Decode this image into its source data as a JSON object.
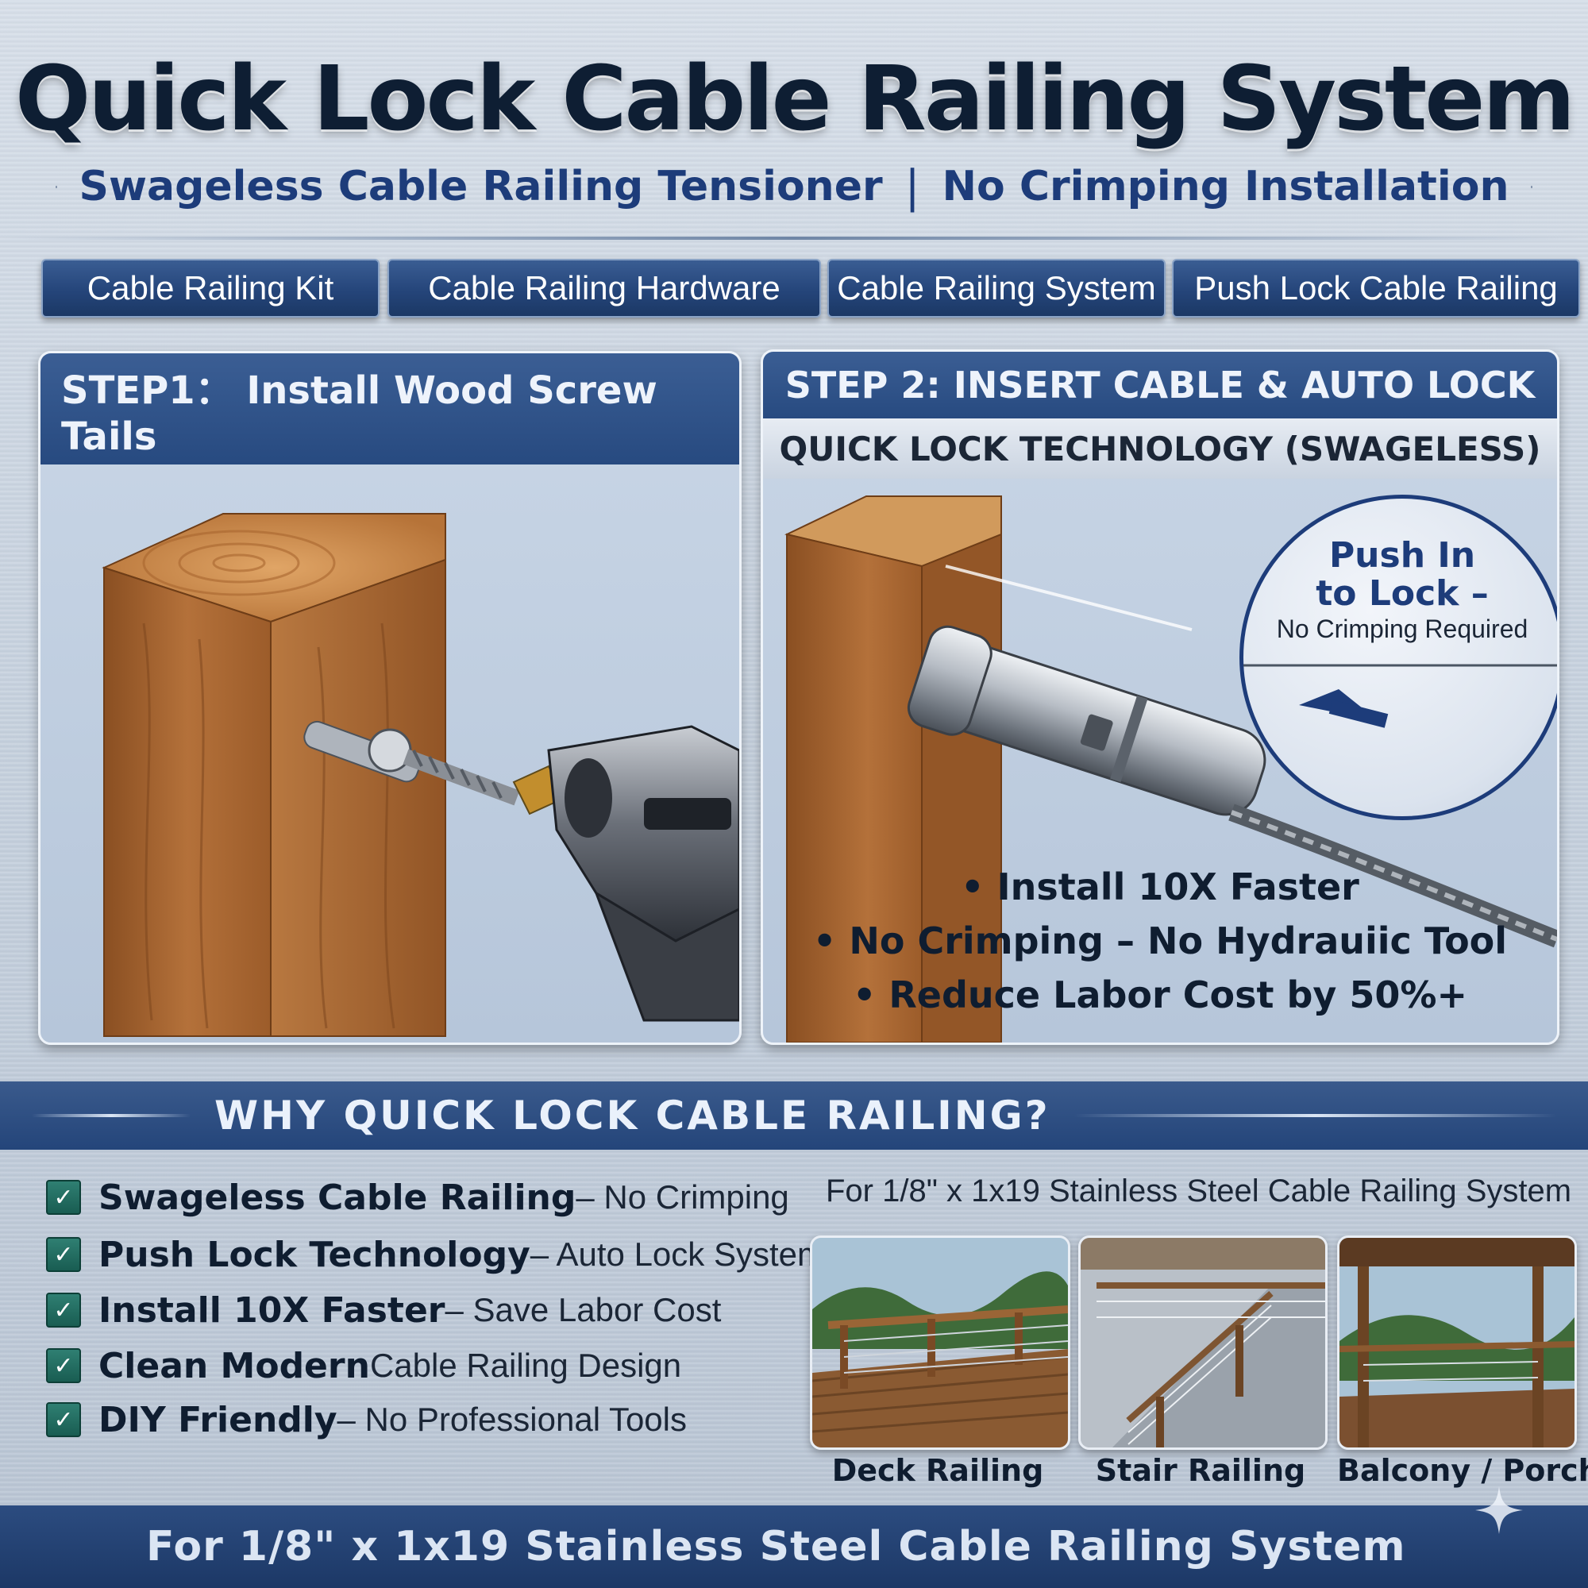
{
  "header": {
    "title": "Quick Lock Cable Railing System",
    "subtitle_left": "Swageless Cable Railing Tensioner",
    "subtitle_separator": "|",
    "subtitle_right": "No Crimping Installation"
  },
  "tags": [
    "Cable Railing Kit",
    "Cable Railing Hardware",
    "Cable Railing System",
    "Push Lock Cable Railing"
  ],
  "step1": {
    "heading": "STEP1： Install Wood Screw Tails"
  },
  "step2": {
    "heading": "STEP 2: INSERT CABLE & AUTO LOCK",
    "subheading": "QUICK LOCK TECHNOLOGY (SWAGELESS)",
    "callout_line1": "Push In",
    "callout_line2": "to Lock –",
    "callout_note": "No Crimping Required",
    "bullets": [
      "• Install 10X Faster",
      "• No Crimping – No Hydrauiic Tool",
      "• Reduce Labor Cost by 50%+"
    ]
  },
  "why": {
    "heading": "WHY QUICK LOCK CABLE RAILING?"
  },
  "benefits": [
    {
      "bold": "Swageless Cable Railing",
      "rest": " – No Crimping"
    },
    {
      "bold": "Push Lock Technology",
      "rest": " – Auto Lock System"
    },
    {
      "bold": "Install 10X Faster",
      "rest": " – Save Labor Cost"
    },
    {
      "bold": "Clean Modern",
      "rest": " Cable Railing Design"
    },
    {
      "bold": "DIY Friendly",
      "rest": " – No Professional Tools"
    }
  ],
  "spec_note": "For 1/8\" x 1x19 Stainless Steel Cable Railing System",
  "applications": [
    "Deck Railing",
    "Stair Railing",
    "Balcony / Porch"
  ],
  "footer": {
    "text": "For 1/8\" x 1x19 Stainless Steel Cable Railing System"
  },
  "icons": {
    "check": "checkbox-check-icon",
    "arrow": "push-arrow-icon",
    "sparkle": "sparkle-icon"
  },
  "colors": {
    "navy": "#1d3c7a",
    "panel_header": "#274a80",
    "check_green": "#195d52",
    "wood": "#a8652f"
  }
}
